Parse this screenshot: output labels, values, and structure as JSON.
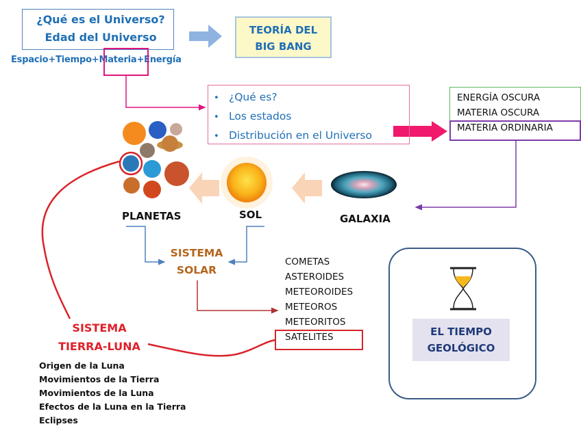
{
  "universe": {
    "question": "¿Qué es el Universo?",
    "age": "Edad del Universo",
    "formula": "Espacio+Tiempo+Materia+Energía"
  },
  "big_bang": {
    "line1": "TEORÍA DEL",
    "line2": "BIG BANG"
  },
  "materia": {
    "bullets": [
      "¿Qué es?",
      "Los estados",
      "Distribución en el Universo"
    ],
    "bullet_glyph": "•"
  },
  "matter_types": [
    "ENERGÍA OSCURA",
    "MATERIA OSCURA",
    "MATERIA ORDINARIA"
  ],
  "objects": {
    "planets": "PLANETAS",
    "sun": "SOL",
    "galaxy": "GALAXIA"
  },
  "solar_system": {
    "line1": "SISTEMA",
    "line2": "SOLAR"
  },
  "small_bodies": [
    "COMETAS",
    "ASTEROIDES",
    "METEOROIDES",
    "METEOROS",
    "METEORITOS",
    "SATELITES"
  ],
  "earth_moon": {
    "line1": "SISTEMA",
    "line2": "TIERRA-LUNA",
    "topics": [
      "Origen de la Luna",
      "Movimientos de la Tierra",
      "Movimientos de la Luna",
      "Efectos de la Luna en la Tierra",
      "Eclipses"
    ]
  },
  "geologic_time": {
    "line1": "EL TIEMPO",
    "line2": "GEOLÓGICO",
    "icon": "hourglass-icon"
  },
  "colors": {
    "blue_text": "#1f6fb5",
    "pink": "#e0147e",
    "red": "#d9232a",
    "purple": "#7b3aa8",
    "green": "#5cb85c",
    "brown": "#b5651d",
    "navy": "#1f3a78"
  }
}
